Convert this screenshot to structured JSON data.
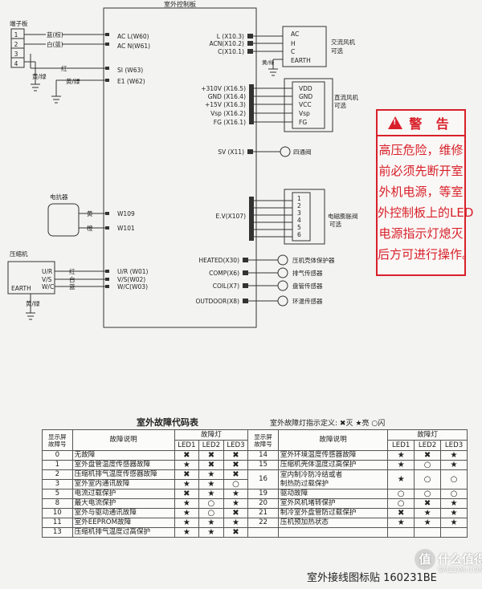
{
  "board": {
    "title": "室外控制板",
    "left_pins": [
      "AC L(W60)",
      "AC N(W61)",
      "SI (W63)",
      "E1 (W62)",
      "W109",
      "W101",
      "U/R (W01)",
      "V/S(W02)",
      "W/C(W03)"
    ],
    "right_pins": [
      "L (X10.3)",
      "ACN(X10.2)",
      "C(X10.1)",
      "+310V (X16.5)",
      "GND (X16.4)",
      "+15V (X16.3)",
      "Vsp (X16.2)",
      "FG (X16.1)",
      "SV (X11)",
      "E.V(X107)",
      "HEATED(X30)",
      "COMP(X6)",
      "COIL(X7)",
      "OUTDOOR(X8)"
    ]
  },
  "terminal": {
    "title": "端子板",
    "numbers": [
      "1",
      "2",
      "3",
      "4"
    ],
    "wire_labels": [
      "蓝(棕)",
      "白(蓝)",
      "红",
      "黄/绿",
      "黄/绿"
    ]
  },
  "heater": {
    "title": "电抗器",
    "wire_labels": [
      "黄",
      "橙"
    ]
  },
  "compressor": {
    "title": "压缩机",
    "earth": "EARTH",
    "terms": [
      "U/R",
      "V/S",
      "W/C"
    ],
    "wire_labels": [
      "红",
      "白",
      "蓝"
    ],
    "ground_label": "黄/绿"
  },
  "ac_fan": {
    "lines": [
      "AC",
      "H",
      "C",
      "EARTH"
    ],
    "label1": "交流风机",
    "label2": "可选",
    "ground_label": "黄/绿"
  },
  "dc_fan": {
    "lines": [
      "VDD",
      "GND",
      "VCC",
      "Vsp",
      "FG"
    ],
    "label1": "直流风机",
    "label2": "可选"
  },
  "four_way": {
    "label": "四通阀"
  },
  "ev": {
    "lines": [
      "1",
      "2",
      "3",
      "4",
      "5",
      "6"
    ],
    "label1": "电磁膨胀阀",
    "label2": "可选"
  },
  "sensors": [
    "压机壳体保护器",
    "排气传感器",
    "盘管传感器",
    "环温传感器"
  ],
  "warning": {
    "title": "警 告",
    "lines": [
      "高压危险，维修",
      "前必须先断开室",
      "外机电源，等室",
      "外控制板上的LED",
      "电源指示灯熄灭",
      "后方可进行操作。"
    ]
  },
  "fault_table": {
    "title": "室外故障代码表",
    "legend_title": "室外故障灯指示定义:",
    "legend": {
      "off_symbol": "✖",
      "off": "灭",
      "on_symbol": "★",
      "on": "亮",
      "flash_symbol": "○",
      "flash": "闪"
    },
    "headers": {
      "code_l1": "显示屏",
      "code_l2": "故障号",
      "desc": "故障说明",
      "lamp": "故障灯",
      "led1": "LED1",
      "led2": "LED2",
      "led3": "LED3"
    },
    "left_rows": [
      {
        "code": "0",
        "desc": "无故障",
        "led": [
          "✖",
          "✖",
          "✖"
        ]
      },
      {
        "code": "1",
        "desc": "室外盘管温度传感器故障",
        "led": [
          "★",
          "✖",
          "✖"
        ]
      },
      {
        "code": "2",
        "desc": "压缩机排气温度传感器故障",
        "led": [
          "✖",
          "★",
          "✖"
        ]
      },
      {
        "code": "3",
        "desc": "室外室内通讯故障",
        "led": [
          "★",
          "★",
          "○"
        ]
      },
      {
        "code": "5",
        "desc": "电流过载保护",
        "led": [
          "✖",
          "★",
          "★"
        ]
      },
      {
        "code": "8",
        "desc": "最大电流保护",
        "led": [
          "★",
          "○",
          "★"
        ]
      },
      {
        "code": "10",
        "desc": "室外与驱动通讯故障",
        "led": [
          "★",
          "○",
          "✖"
        ]
      },
      {
        "code": "11",
        "desc": "室外EEPROM故障",
        "led": [
          "★",
          "★",
          "★"
        ]
      },
      {
        "code": "13",
        "desc": "压缩机排气温度过高保护",
        "led": [
          "★",
          "★",
          "✖"
        ]
      }
    ],
    "right_rows": [
      {
        "code": "14",
        "desc": "室外环境温度传感器故障",
        "led": [
          "★",
          "✖",
          "★"
        ]
      },
      {
        "code": "15",
        "desc": "压缩机壳体温度过高保护",
        "led": [
          "★",
          "○",
          "★"
        ]
      },
      {
        "code": "16",
        "desc1": "室内制冷防冷结或者",
        "desc2": "制热防过载保护",
        "led": [
          "★",
          "○",
          "○"
        ]
      },
      {
        "code": "19",
        "desc": "驱动故障",
        "led": [
          "○",
          "○",
          "○"
        ]
      },
      {
        "code": "20",
        "desc": "室外风机堵转保护",
        "led": [
          "○",
          "✖",
          "★"
        ]
      },
      {
        "code": "21",
        "desc": "制冷室外盘管防过载保护",
        "led": [
          "✖",
          "★",
          "★"
        ]
      },
      {
        "code": "22",
        "desc": "压机预加热状态",
        "led": [
          "★",
          "★",
          "★"
        ]
      }
    ]
  },
  "footer": {
    "text": "室外接线图标贴 160231BE"
  },
  "watermark": {
    "logo": "值",
    "text": "什么值得买",
    "url": "SMZDM.COM"
  }
}
